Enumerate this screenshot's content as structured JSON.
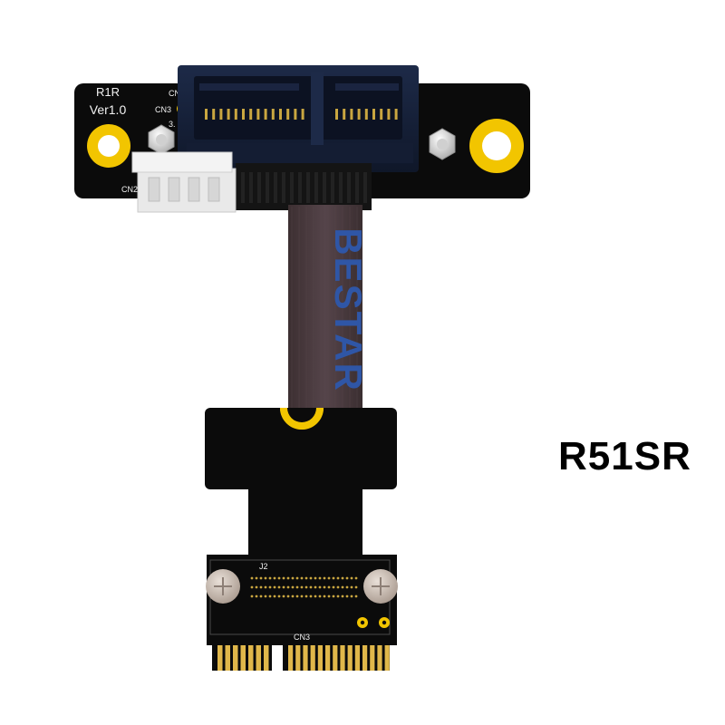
{
  "product": {
    "model_label": "R51SR"
  },
  "top_board": {
    "name_line1": "R1R",
    "name_line2": "Ver1.0",
    "label_cn_partial": "CN",
    "label_cn3": "CN3",
    "label_voltage_partial": "3.",
    "label_cn2_partial": "CN2"
  },
  "ribbon_cable": {
    "brand_text": "BESTAR"
  },
  "bottom_board": {
    "label_j2": "J2",
    "label_cn3": "CN3"
  },
  "colors": {
    "pcb": "#0b0b0b",
    "slot": "#15213b",
    "ribbon": "#4a3a3c",
    "brand_blue": "#2f56a6",
    "gold": "#f2c500",
    "connector_white": "#ececec"
  }
}
